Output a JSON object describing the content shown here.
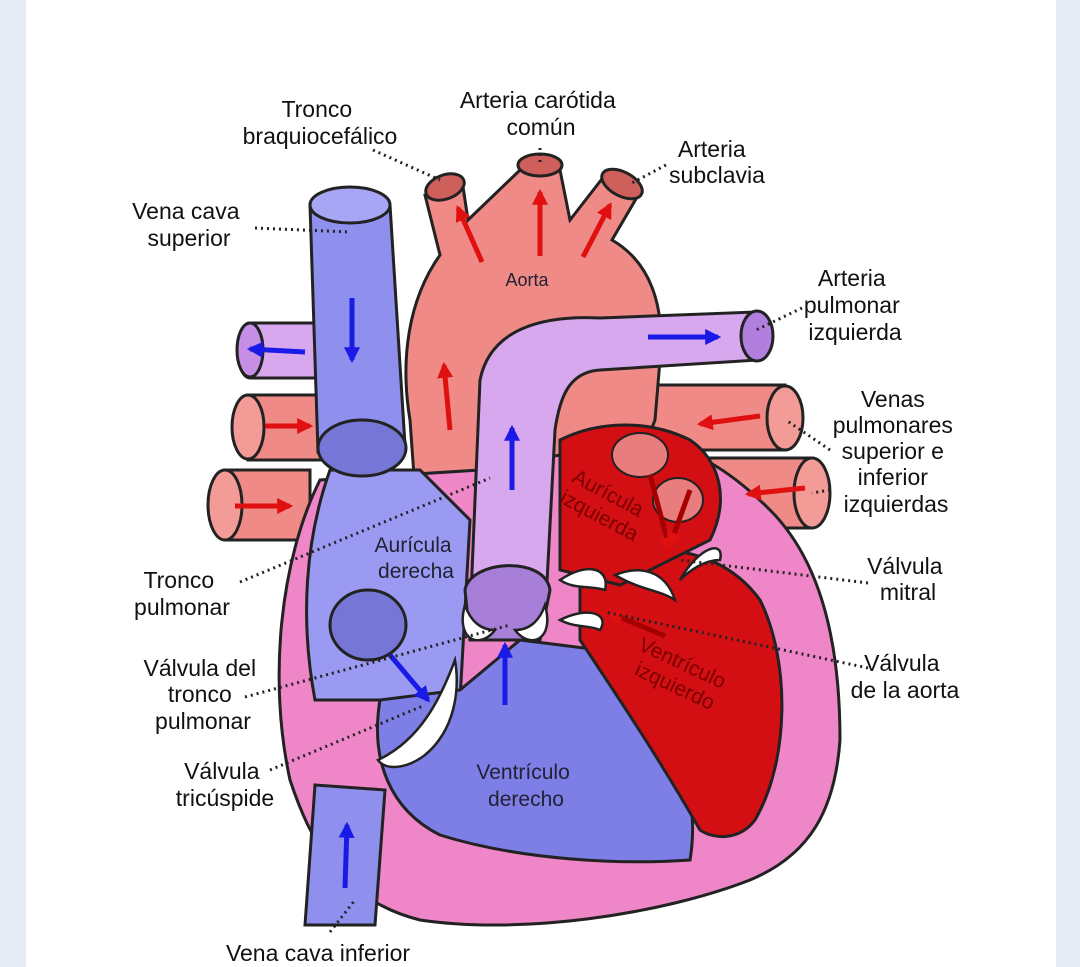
{
  "labels": {
    "tronco_braquiocefalico": [
      "Tronco",
      "braquiocefálico"
    ],
    "arteria_carotida": [
      "Arteria carótida",
      "común"
    ],
    "arteria_subclavia": [
      "Arteria",
      "subclavia"
    ],
    "vena_cava_superior": [
      "Vena cava",
      "superior"
    ],
    "aorta": "Aorta",
    "arteria_pulmonar_izquierda": [
      "Arteria",
      "pulmonar",
      "izquierda"
    ],
    "venas_pulmonares": [
      "Venas",
      "pulmonares",
      "superior e",
      "inferior",
      "izquierdas"
    ],
    "auricula_izquierda": [
      "Aurícula",
      "izquierda"
    ],
    "auricula_derecha": [
      "Aurícula",
      "derecha"
    ],
    "valvula_mitral": [
      "Válvula",
      "mitral"
    ],
    "tronco_pulmonar": [
      "Tronco",
      "pulmonar"
    ],
    "valvula_aorta": [
      "Válvula",
      "de la aorta"
    ],
    "ventriculo_izquierdo": [
      "Ventrículo",
      "izquierdo"
    ],
    "valvula_tronco_pulmonar": [
      "Válvula del",
      "tronco",
      "pulmonar"
    ],
    "valvula_tricuspide": [
      "Válvula",
      "tricúspide"
    ],
    "ventriculo_derecho": [
      "Ventrículo",
      "derecho"
    ],
    "vena_cava_inferior": "Vena cava inferior"
  },
  "colors": {
    "deoxygenated": "#8f8fee",
    "deoxygenated_dark": "#7676d6",
    "oxygenated": "#ef8a86",
    "pulmonary_artery": "#d8a8ee",
    "left_heart": "#d40f14",
    "myocardium": "#ee86c8",
    "arrow_blue": "#1a1ae6",
    "arrow_red": "#e01010"
  }
}
